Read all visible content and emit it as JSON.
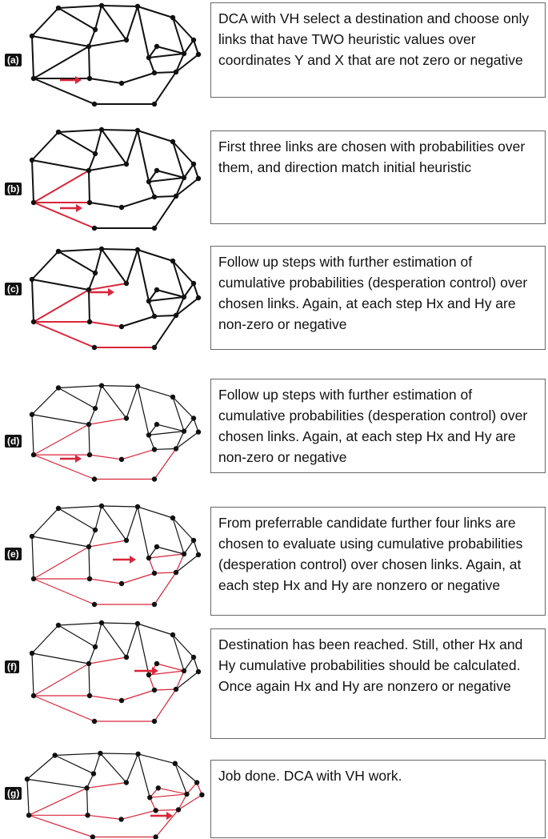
{
  "panels": [
    {
      "label": "(a)",
      "text": "DCA with VH select a destination and choose only links that have TWO heuristic values over coordinates Y and X that are not zero or negative"
    },
    {
      "label": "(b)",
      "text": "First three links are chosen with probabilities over them, and direction match initial heuristic"
    },
    {
      "label": "(c)",
      "text": "Follow up steps with further estimation of cumulative probabilities (desperation control) over chosen links. Again, at each step Hx and Hy are non-zero or negative"
    },
    {
      "label": "(d)",
      "text": "Follow up steps with further estimation of cumulative probabilities (desperation control) over chosen links. Again, at each step Hx and Hy are non-zero or negative"
    },
    {
      "label": "(e)",
      "text": "From preferrable candidate further four links are chosen to evaluate using cumulative probabilities (desperation control) over chosen links. Again, at each step Hx and Hy are nonzero or negative"
    },
    {
      "label": "(f)",
      "text": "Destination has been reached. Still, other Hx and Hy cumulative probabilities should be calculated. Once again Hx and Hy are nonzero or negative"
    },
    {
      "label": "(g)",
      "text": "Job done. DCA with VH work."
    }
  ],
  "colors": {
    "link": "#111111",
    "highlight": "#d9263a",
    "node": "#111111"
  }
}
